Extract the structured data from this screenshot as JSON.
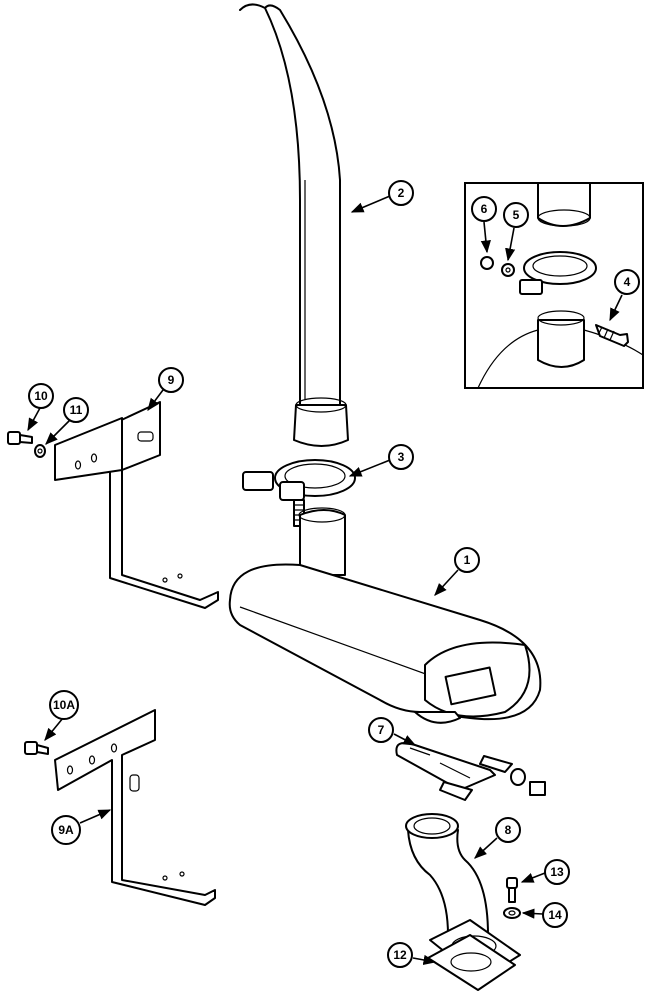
{
  "callouts": [
    {
      "id": "c1",
      "label": "1"
    },
    {
      "id": "c2",
      "label": "2"
    },
    {
      "id": "c3",
      "label": "3"
    },
    {
      "id": "c4",
      "label": "4"
    },
    {
      "id": "c5",
      "label": "5"
    },
    {
      "id": "c6",
      "label": "6"
    },
    {
      "id": "c7",
      "label": "7"
    },
    {
      "id": "c8",
      "label": "8"
    },
    {
      "id": "c9",
      "label": "9"
    },
    {
      "id": "c9a",
      "label": "9A"
    },
    {
      "id": "c10",
      "label": "10"
    },
    {
      "id": "c10a",
      "label": "10A"
    },
    {
      "id": "c11",
      "label": "11"
    },
    {
      "id": "c12",
      "label": "12"
    },
    {
      "id": "c13",
      "label": "13"
    },
    {
      "id": "c14",
      "label": "14"
    }
  ]
}
